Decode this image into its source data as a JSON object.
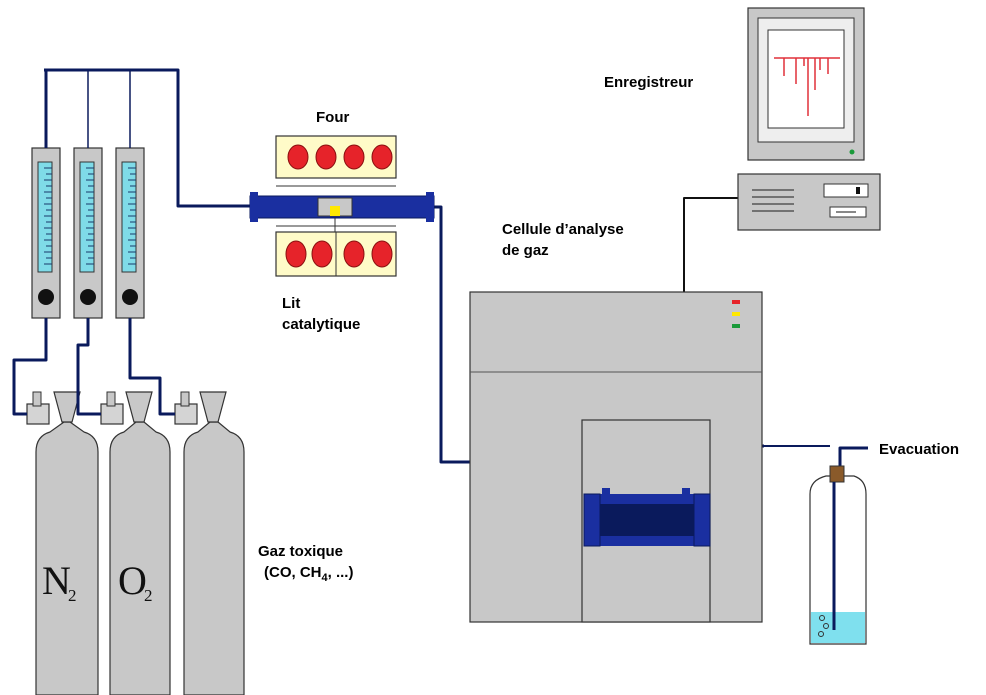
{
  "labels": {
    "four": "Four",
    "lit_line1": "Lit",
    "lit_line2": "catalytique",
    "enregistreur": "Enregistreur",
    "cellule_line1": "Cellule d’analyse",
    "cellule_line2": "de gaz",
    "evacuation": "Evacuation",
    "gaz_line1": "Gaz toxique",
    "gaz_line2_pre": "(CO, CH",
    "gaz_line2_sub": "4",
    "gaz_line2_post": ", ...)"
  },
  "cylinders": [
    {
      "letter": "N",
      "subscript": "2"
    },
    {
      "letter": "O",
      "subscript": "2"
    },
    {
      "letter": "",
      "subscript": ""
    }
  ],
  "colors": {
    "tube": "#0a1a5c",
    "cylinder": "#c8c8c8",
    "furnace_bg": "#fffbc8",
    "furnace_element": "#e6232a",
    "reactor": "#1a2fa0",
    "monitor_trace": "#e0303a",
    "liquid": "#7fe0ee",
    "flowmeter_glass": "#7fdbe8"
  },
  "icons": [
    "flowmeter-icon",
    "valve-icon",
    "monitor-icon",
    "recorder-icon",
    "bubbler-icon"
  ]
}
